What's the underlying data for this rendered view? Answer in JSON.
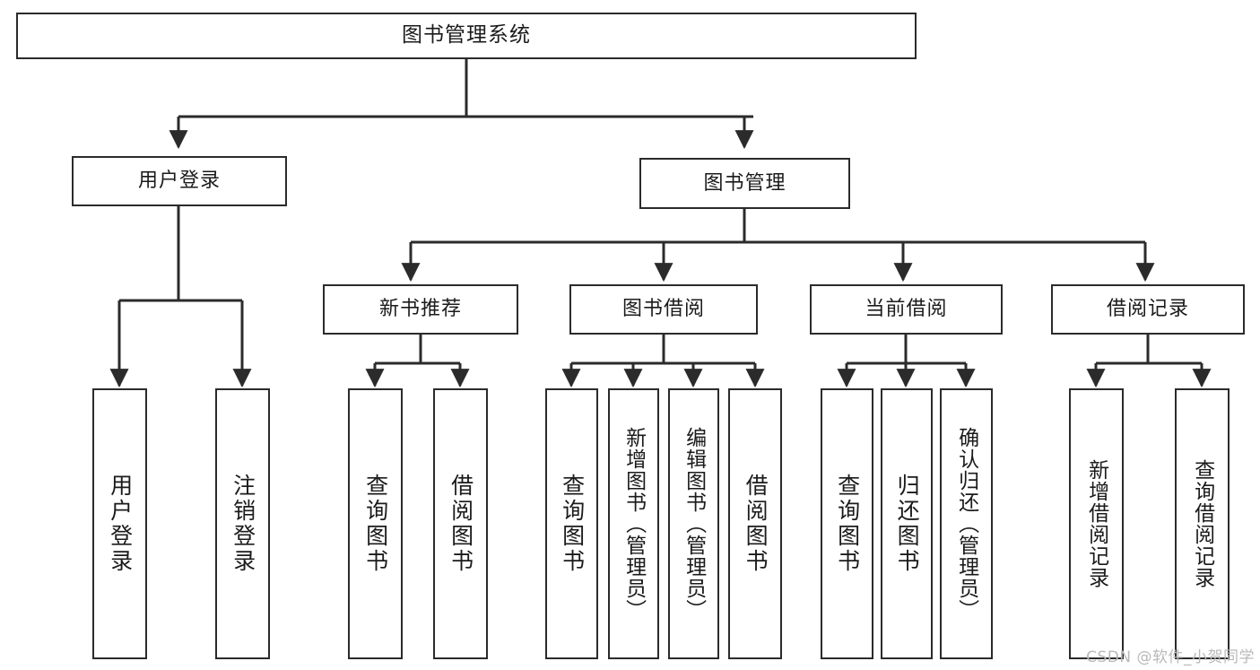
{
  "diagram": {
    "title": "图书管理系统",
    "type": "tree",
    "colors": {
      "node_border": "#2b2b2b",
      "node_fill": "#ffffff",
      "edge": "#2b2b2b",
      "text": "#1b1b1b",
      "watermark": "#b9b9b9",
      "background": "#ffffff"
    },
    "root": {
      "label": "图书管理系统"
    },
    "level2": [
      {
        "label": "用户登录"
      },
      {
        "label": "图书管理"
      }
    ],
    "level3": [
      {
        "label": "新书推荐"
      },
      {
        "label": "图书借阅"
      },
      {
        "label": "当前借阅"
      },
      {
        "label": "借阅记录"
      }
    ],
    "leaves": {
      "user_login": [
        {
          "label": "用户登录"
        },
        {
          "label": "注销登录"
        }
      ],
      "new_book_recommend": [
        {
          "label": "查询图书"
        },
        {
          "label": "借阅图书"
        }
      ],
      "book_borrow": [
        {
          "label": "查询图书"
        },
        {
          "label": "新增图书（管理员）"
        },
        {
          "label": "编辑图书（管理员）"
        },
        {
          "label": "借阅图书"
        }
      ],
      "current_borrow": [
        {
          "label": "查询图书"
        },
        {
          "label": "归还图书"
        },
        {
          "label": "确认归还（管理员）"
        }
      ],
      "borrow_record": [
        {
          "label": "新增借阅记录"
        },
        {
          "label": "查询借阅记录"
        }
      ]
    }
  },
  "watermark": {
    "text": "CSDN @软件_小贺同学"
  }
}
